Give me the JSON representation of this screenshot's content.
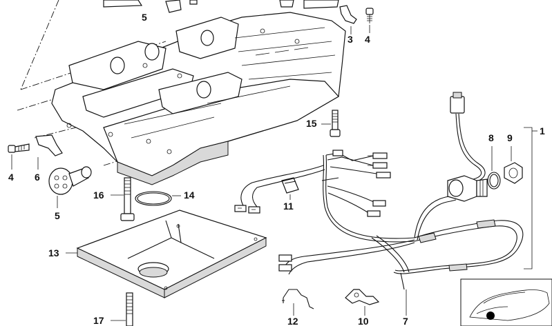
{
  "callouts": {
    "c1": "1",
    "c3": "3",
    "c4a": "4",
    "c4b": "4",
    "c5a": "5",
    "c5b": "5",
    "c6": "6",
    "c7": "7",
    "c8": "8",
    "c9": "9",
    "c10": "10",
    "c11": "11",
    "c12": "12",
    "c13": "13",
    "c14": "14",
    "c15": "15",
    "c16": "16",
    "c17": "17"
  },
  "colors": {
    "line": "#111111",
    "fill": "#ffffff",
    "shade": "#d9d9d9",
    "thumbnail_marker": "#000000"
  },
  "icons": {
    "thumbnail": "car-silhouette-icon",
    "marker": "location-dot-icon"
  }
}
